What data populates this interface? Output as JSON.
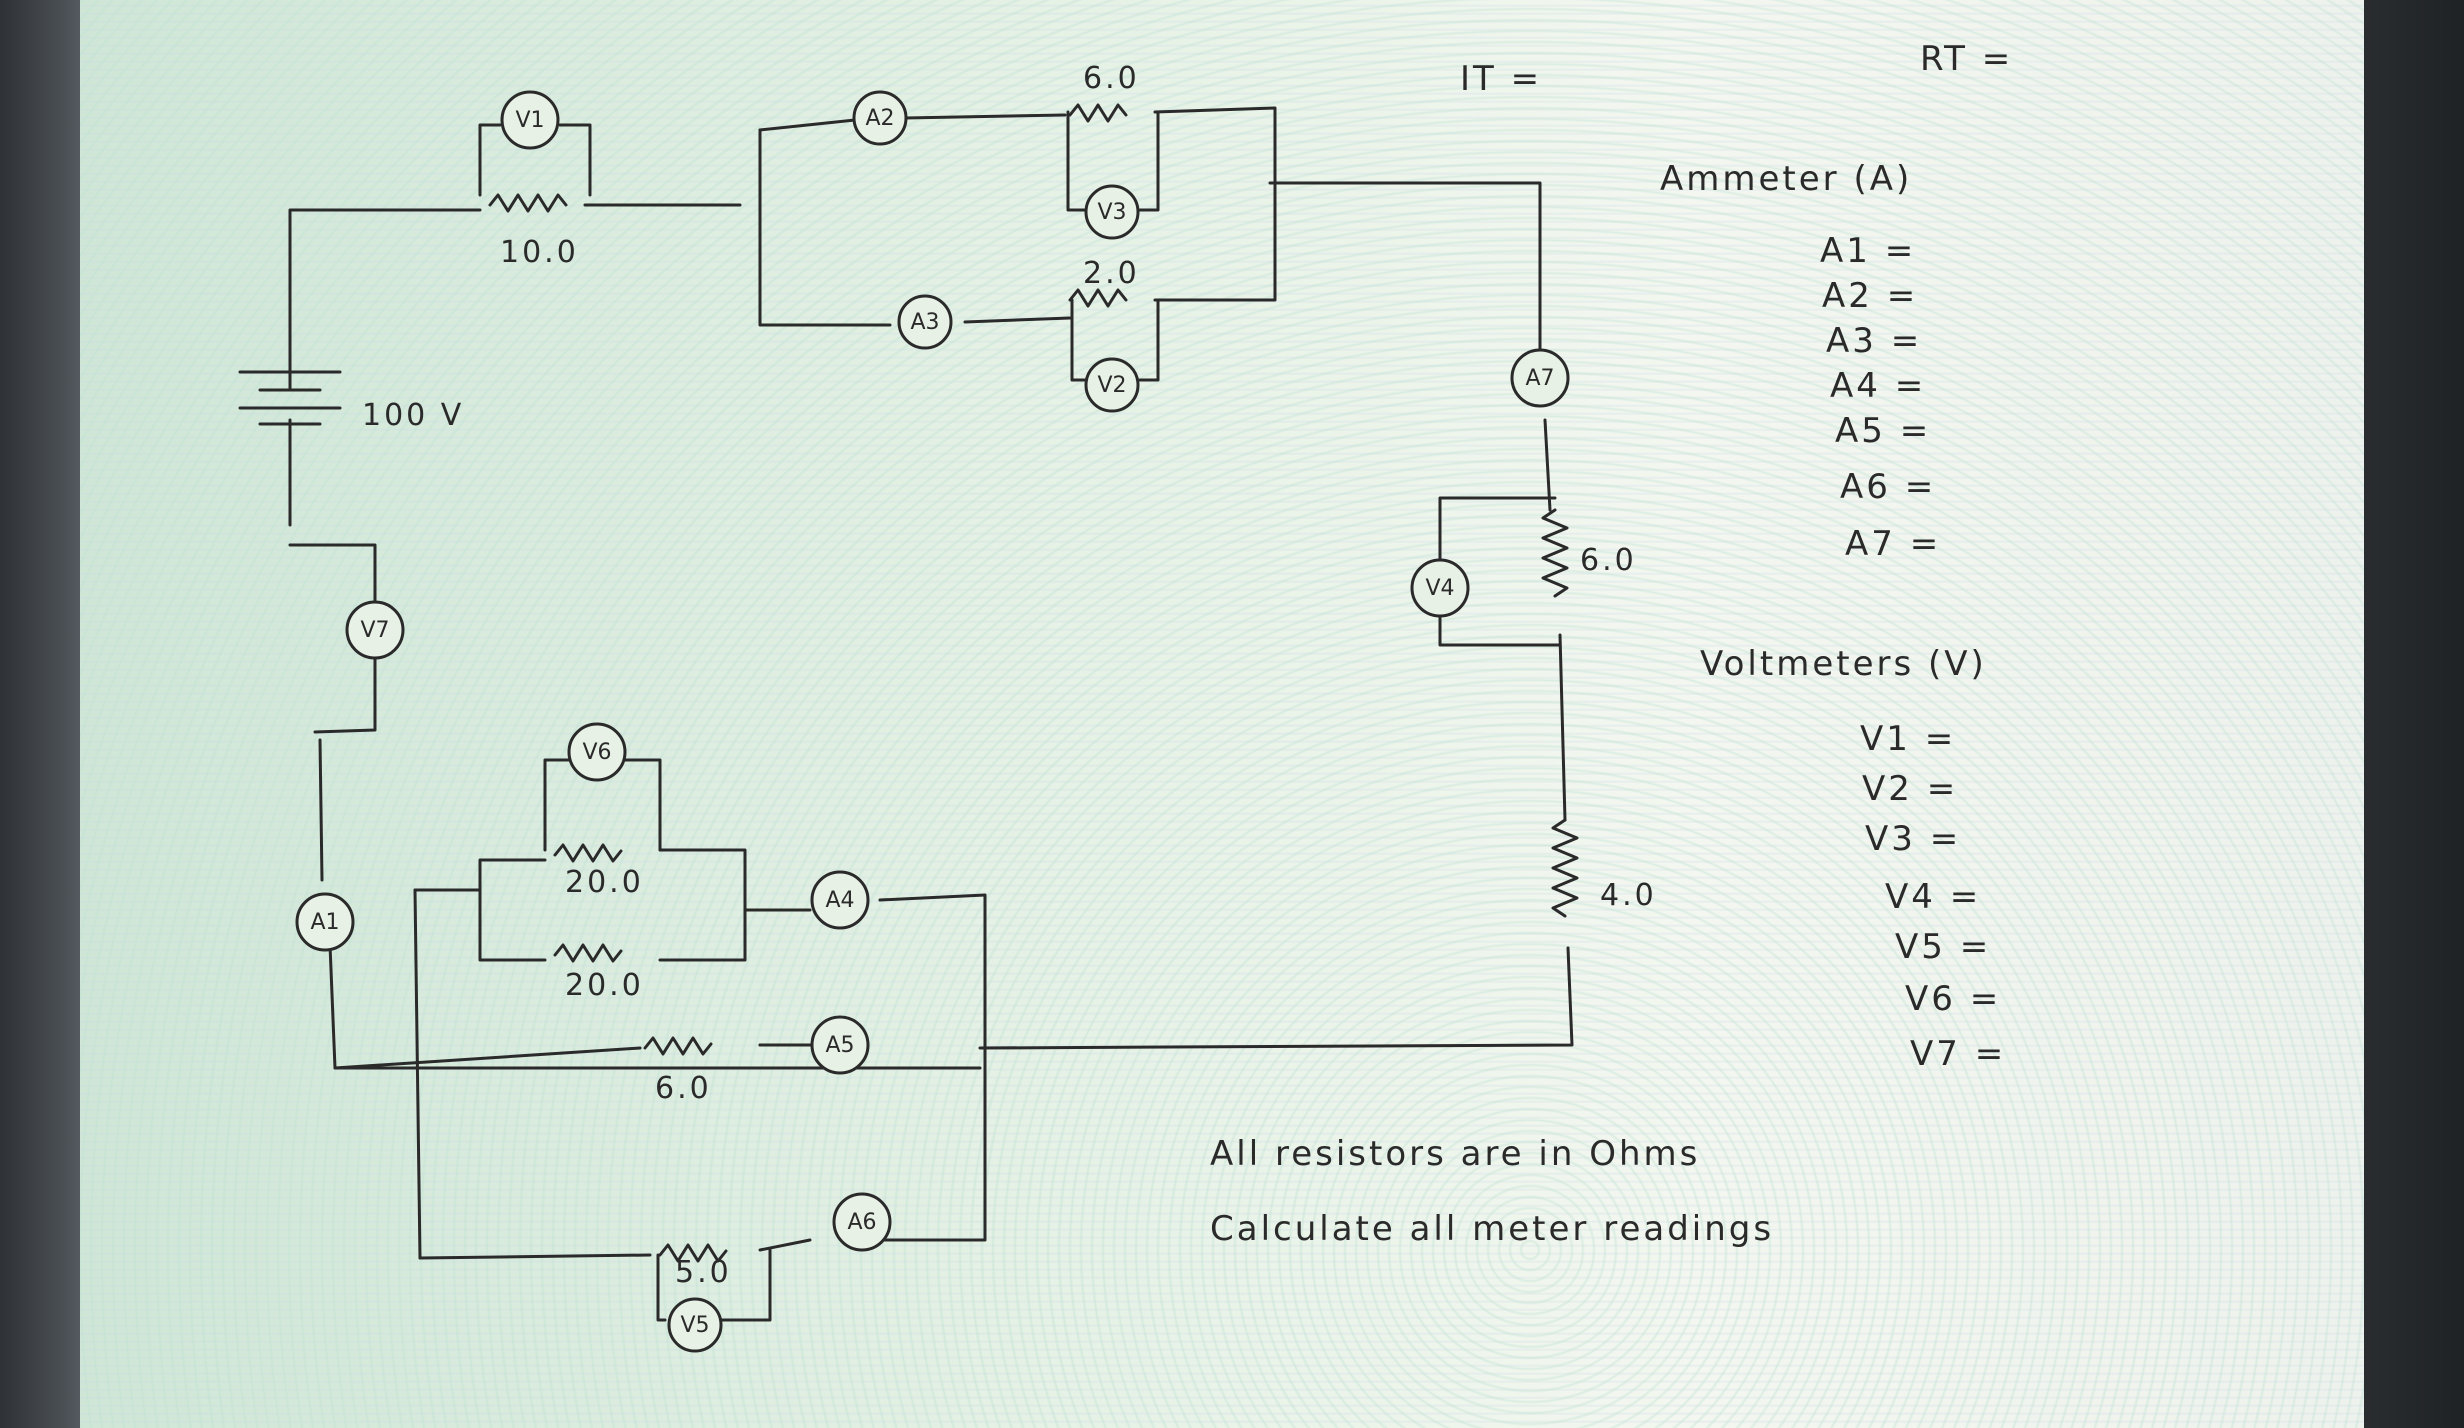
{
  "diagram": {
    "battery": {
      "label": "100 V"
    },
    "resistors": {
      "r_top": "10.0",
      "r_par_upper": "6.0",
      "r_par_lower": "2.0",
      "r_right_upper": "6.0",
      "r_right_lower": "4.0",
      "r_bottom_a": "20.0",
      "r_bottom_b": "20.0",
      "r_bottom_c": "6.0",
      "r_bottom_d": "5.0"
    },
    "meters": {
      "V1": "V1",
      "V2": "V2",
      "V3": "V3",
      "V4": "V4",
      "V5": "V5",
      "V6": "V6",
      "V7": "V7",
      "A1": "A1",
      "A2": "A2",
      "A3": "A3",
      "A4": "A4",
      "A5": "A5",
      "A6": "A6",
      "A7": "A7"
    }
  },
  "worksheet": {
    "it_label": "IT =",
    "rt_label": "RT =",
    "ammeter_heading": "Ammeter (A)",
    "ammeters": [
      "A1 =",
      "A2 =",
      "A3 =",
      "A4 =",
      "A5 =",
      "A6 =",
      "A7 ="
    ],
    "voltmeter_heading": "Voltmeters (V)",
    "voltmeters": [
      "V1 =",
      "V2 =",
      "V3 =",
      "V4 =",
      "V5 =",
      "V6 =",
      "V7 ="
    ],
    "note_ohms": "All resistors are in Ohms",
    "note_calc": "Calculate all meter readings"
  },
  "colors": {
    "ink": "#2a2a2a",
    "screen": "#e6f1e4",
    "bezel": "#3e4347"
  }
}
